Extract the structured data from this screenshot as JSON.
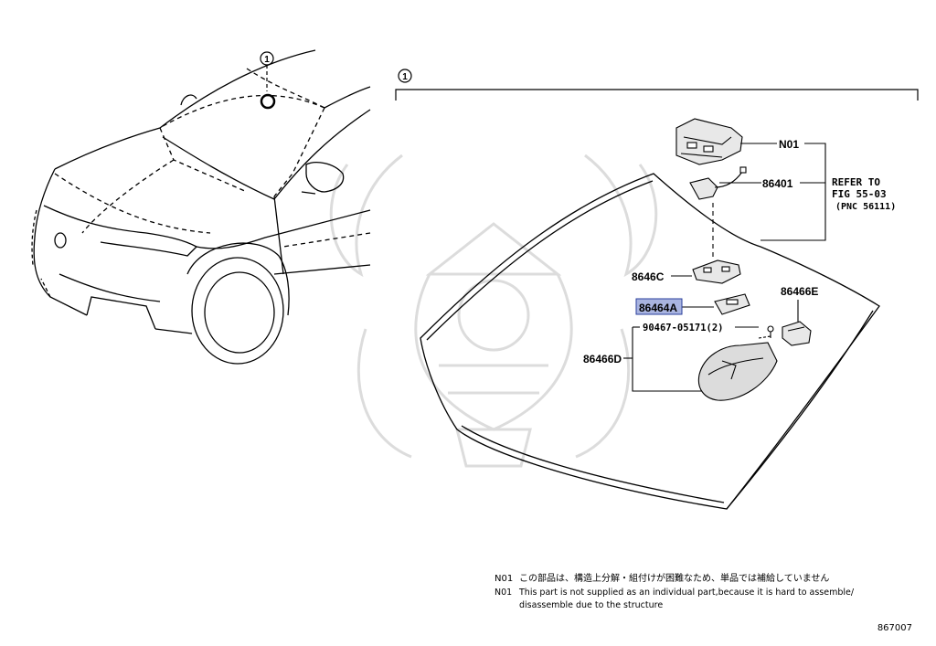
{
  "callout_mark": "1",
  "labels": {
    "n01": "N01",
    "p86401": "86401",
    "refer_line1": "REFER TO",
    "refer_line2": "FIG 55-03",
    "refer_line3": "(PNC 56111)",
    "p8646c": "8646C",
    "p86464a": "86464A",
    "p86466e": "86466E",
    "bolt": "90467-05171(2)",
    "p86466d": "86466D"
  },
  "notes": [
    {
      "code": "N01",
      "text": "この部品は、構造上分解・組付けが困難なため、単品では補給していません"
    },
    {
      "code": "N01",
      "text": "This part is not supplied as an individual part,because it is hard to assemble/"
    },
    {
      "code": "",
      "text": "disassemble due to the structure"
    }
  ],
  "figure_number": "867007",
  "colors": {
    "highlight": "#a9b4e0",
    "highlight_border": "#2a3f9c",
    "line": "#000000",
    "part_fill": "#e8e8e8",
    "watermark": "#dcdcdc"
  }
}
